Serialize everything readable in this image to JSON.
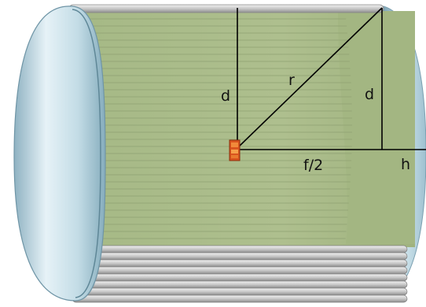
{
  "diagram": {
    "labels": {
      "d_vertical_left": "d",
      "radius": "r",
      "d_vertical_right": "d",
      "half_focal": "f/2",
      "h": "h"
    },
    "colors": {
      "background": "#ffffff",
      "mesh_green": "#a9bc89",
      "mesh_line": "#8ea070",
      "end_cap_light": "#e8f3f8",
      "end_cap_mid": "#b8d6e2",
      "end_cap_dark": "#7fa7b8",
      "rods_light": "#e2e2e2",
      "rods_dark": "#9a9a9a",
      "detector": "#d9541e",
      "construction_lines": "#000000"
    }
  }
}
